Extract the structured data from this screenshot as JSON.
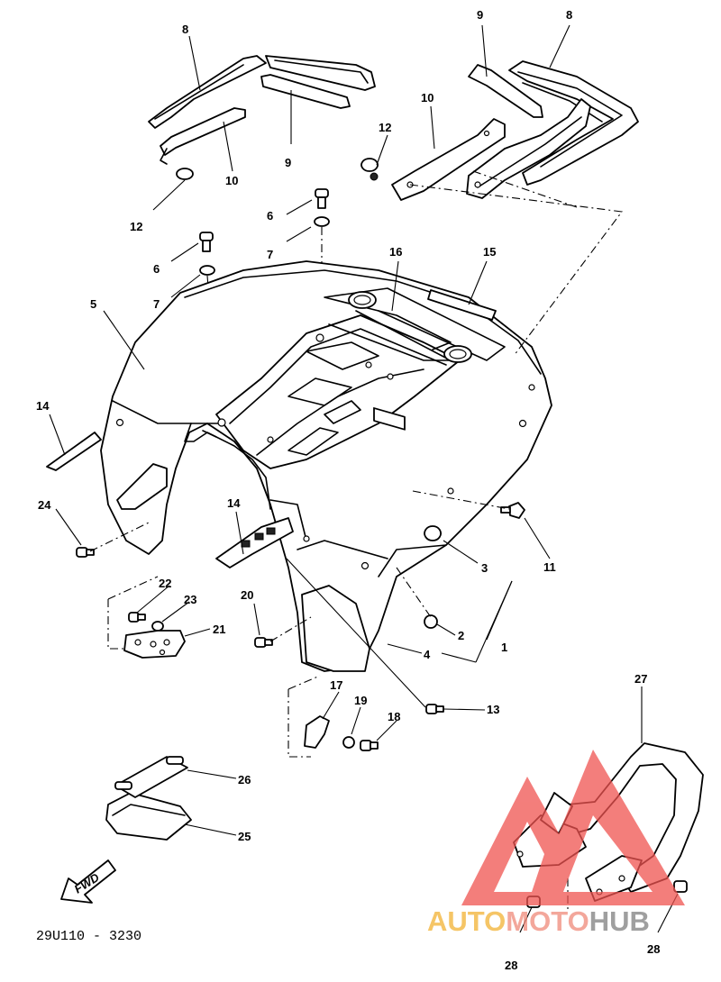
{
  "diagram": {
    "figure_code": "29U110 - 3230",
    "fwd_label": "FWD",
    "callouts": [
      "1",
      "2",
      "3",
      "4",
      "5",
      "6",
      "6",
      "7",
      "7",
      "8",
      "8",
      "9",
      "9",
      "10",
      "10",
      "11",
      "12",
      "12",
      "13",
      "14",
      "14",
      "15",
      "16",
      "17",
      "18",
      "19",
      "20",
      "21",
      "22",
      "23",
      "24",
      "25",
      "26",
      "27",
      "28",
      "28"
    ]
  },
  "watermark": {
    "part1": "AUTO",
    "part2": "MOTO",
    "part3": "HUB",
    "colors": {
      "auto": "#f2b233",
      "moto": "#f08a7a",
      "hub": "#808080",
      "triangle": "#ef5350"
    }
  }
}
